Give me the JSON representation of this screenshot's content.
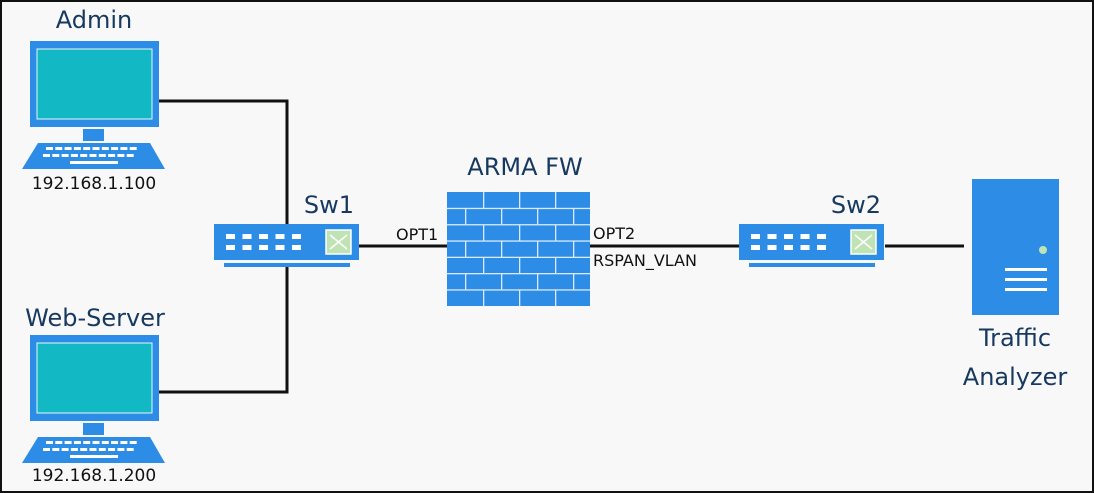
{
  "nodes": {
    "admin": {
      "label": "Admin",
      "ip": "192.168.1.100"
    },
    "web_server": {
      "label": "Web-Server",
      "ip": "192.168.1.200"
    },
    "sw1": {
      "label": "Sw1"
    },
    "firewall": {
      "label": "ARMA FW",
      "port_in": "OPT1",
      "port_out": "OPT2",
      "port_out_vlan": "RSPAN_VLAN"
    },
    "sw2": {
      "label": "Sw2"
    },
    "analyzer": {
      "label_line1": "Traffic",
      "label_line2": "Analyzer"
    }
  },
  "colors": {
    "device": "#2d8ce5",
    "screen": "#12b8c4",
    "label": "#17395f",
    "switch_chip": "#bfe3b4",
    "link": "#111111"
  }
}
